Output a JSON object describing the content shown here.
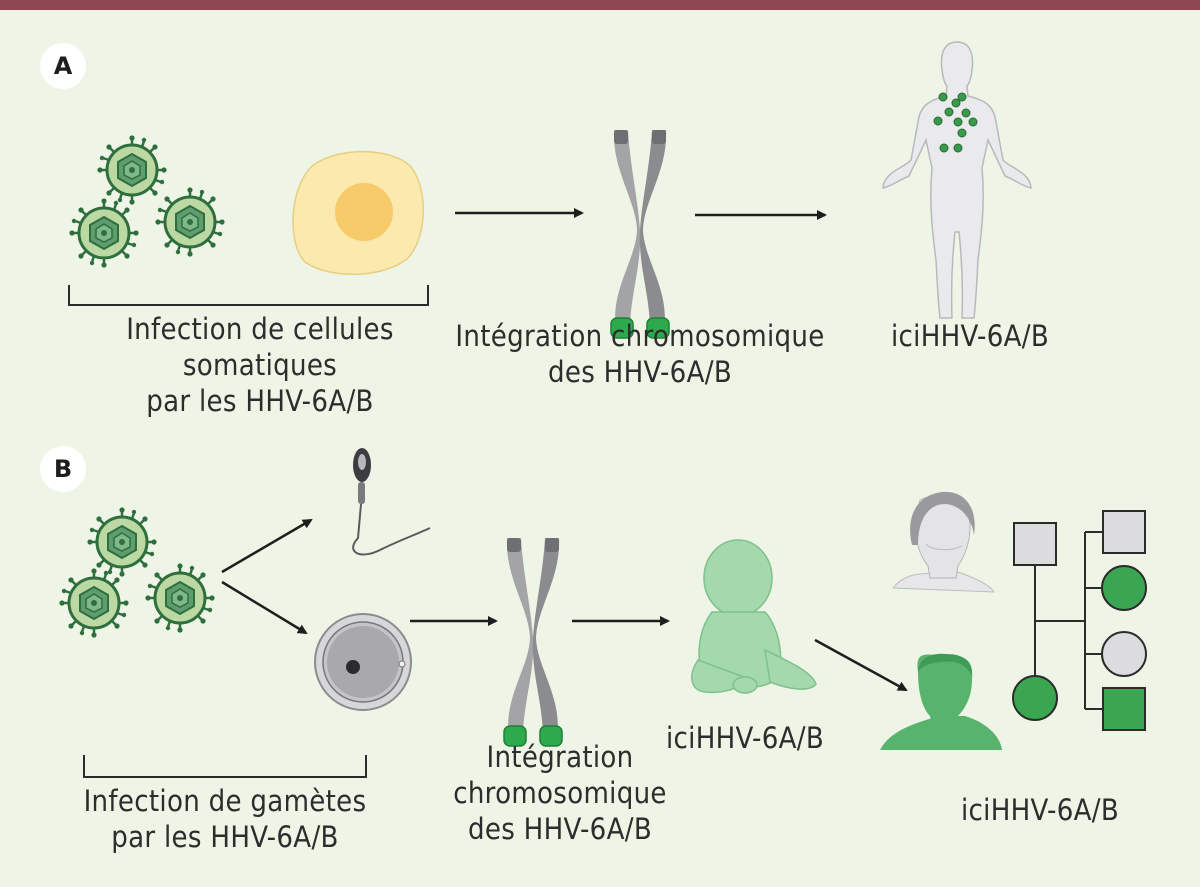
{
  "panels": {
    "a": {
      "badge": "A",
      "label_infection": [
        "Infection de cellules",
        "somatiques",
        "par les HHV-6A/B"
      ],
      "label_integration": [
        "Intégration chromosomique",
        "des HHV-6A/B"
      ],
      "label_result": "iciHHV-6A/B"
    },
    "b": {
      "badge": "B",
      "label_infection": [
        "Infection de gamètes",
        "par les HHV-6A/B"
      ],
      "label_integration": [
        "Intégration",
        "chromosomique",
        "des HHV-6A/B"
      ],
      "label_child": "iciHHV-6A/B",
      "label_family": "iciHHV-6A/B"
    }
  },
  "pedigree": {
    "parents": [
      {
        "shape": "square",
        "status": "unaffected"
      },
      {
        "shape": "circle",
        "status": "affected"
      }
    ],
    "children": [
      {
        "shape": "square",
        "status": "unaffected"
      },
      {
        "shape": "circle",
        "status": "affected"
      },
      {
        "shape": "circle",
        "status": "unaffected"
      },
      {
        "shape": "square",
        "status": "affected"
      }
    ]
  },
  "colors": {
    "top_bar": "#8e4651",
    "background": "#eef5e6",
    "virus_green": "#3a8a4c",
    "affected_green": "#3aa651",
    "unaffected_grey": "#dcdcdf",
    "cell_yellow": "#fbe9ae"
  },
  "icons": [
    "virus-icon",
    "somatic-cell-icon",
    "chromosome-icon",
    "human-body-icon",
    "sperm-icon",
    "oocyte-icon",
    "baby-icon",
    "woman-bust-icon",
    "man-bust-icon",
    "pedigree-chart"
  ]
}
